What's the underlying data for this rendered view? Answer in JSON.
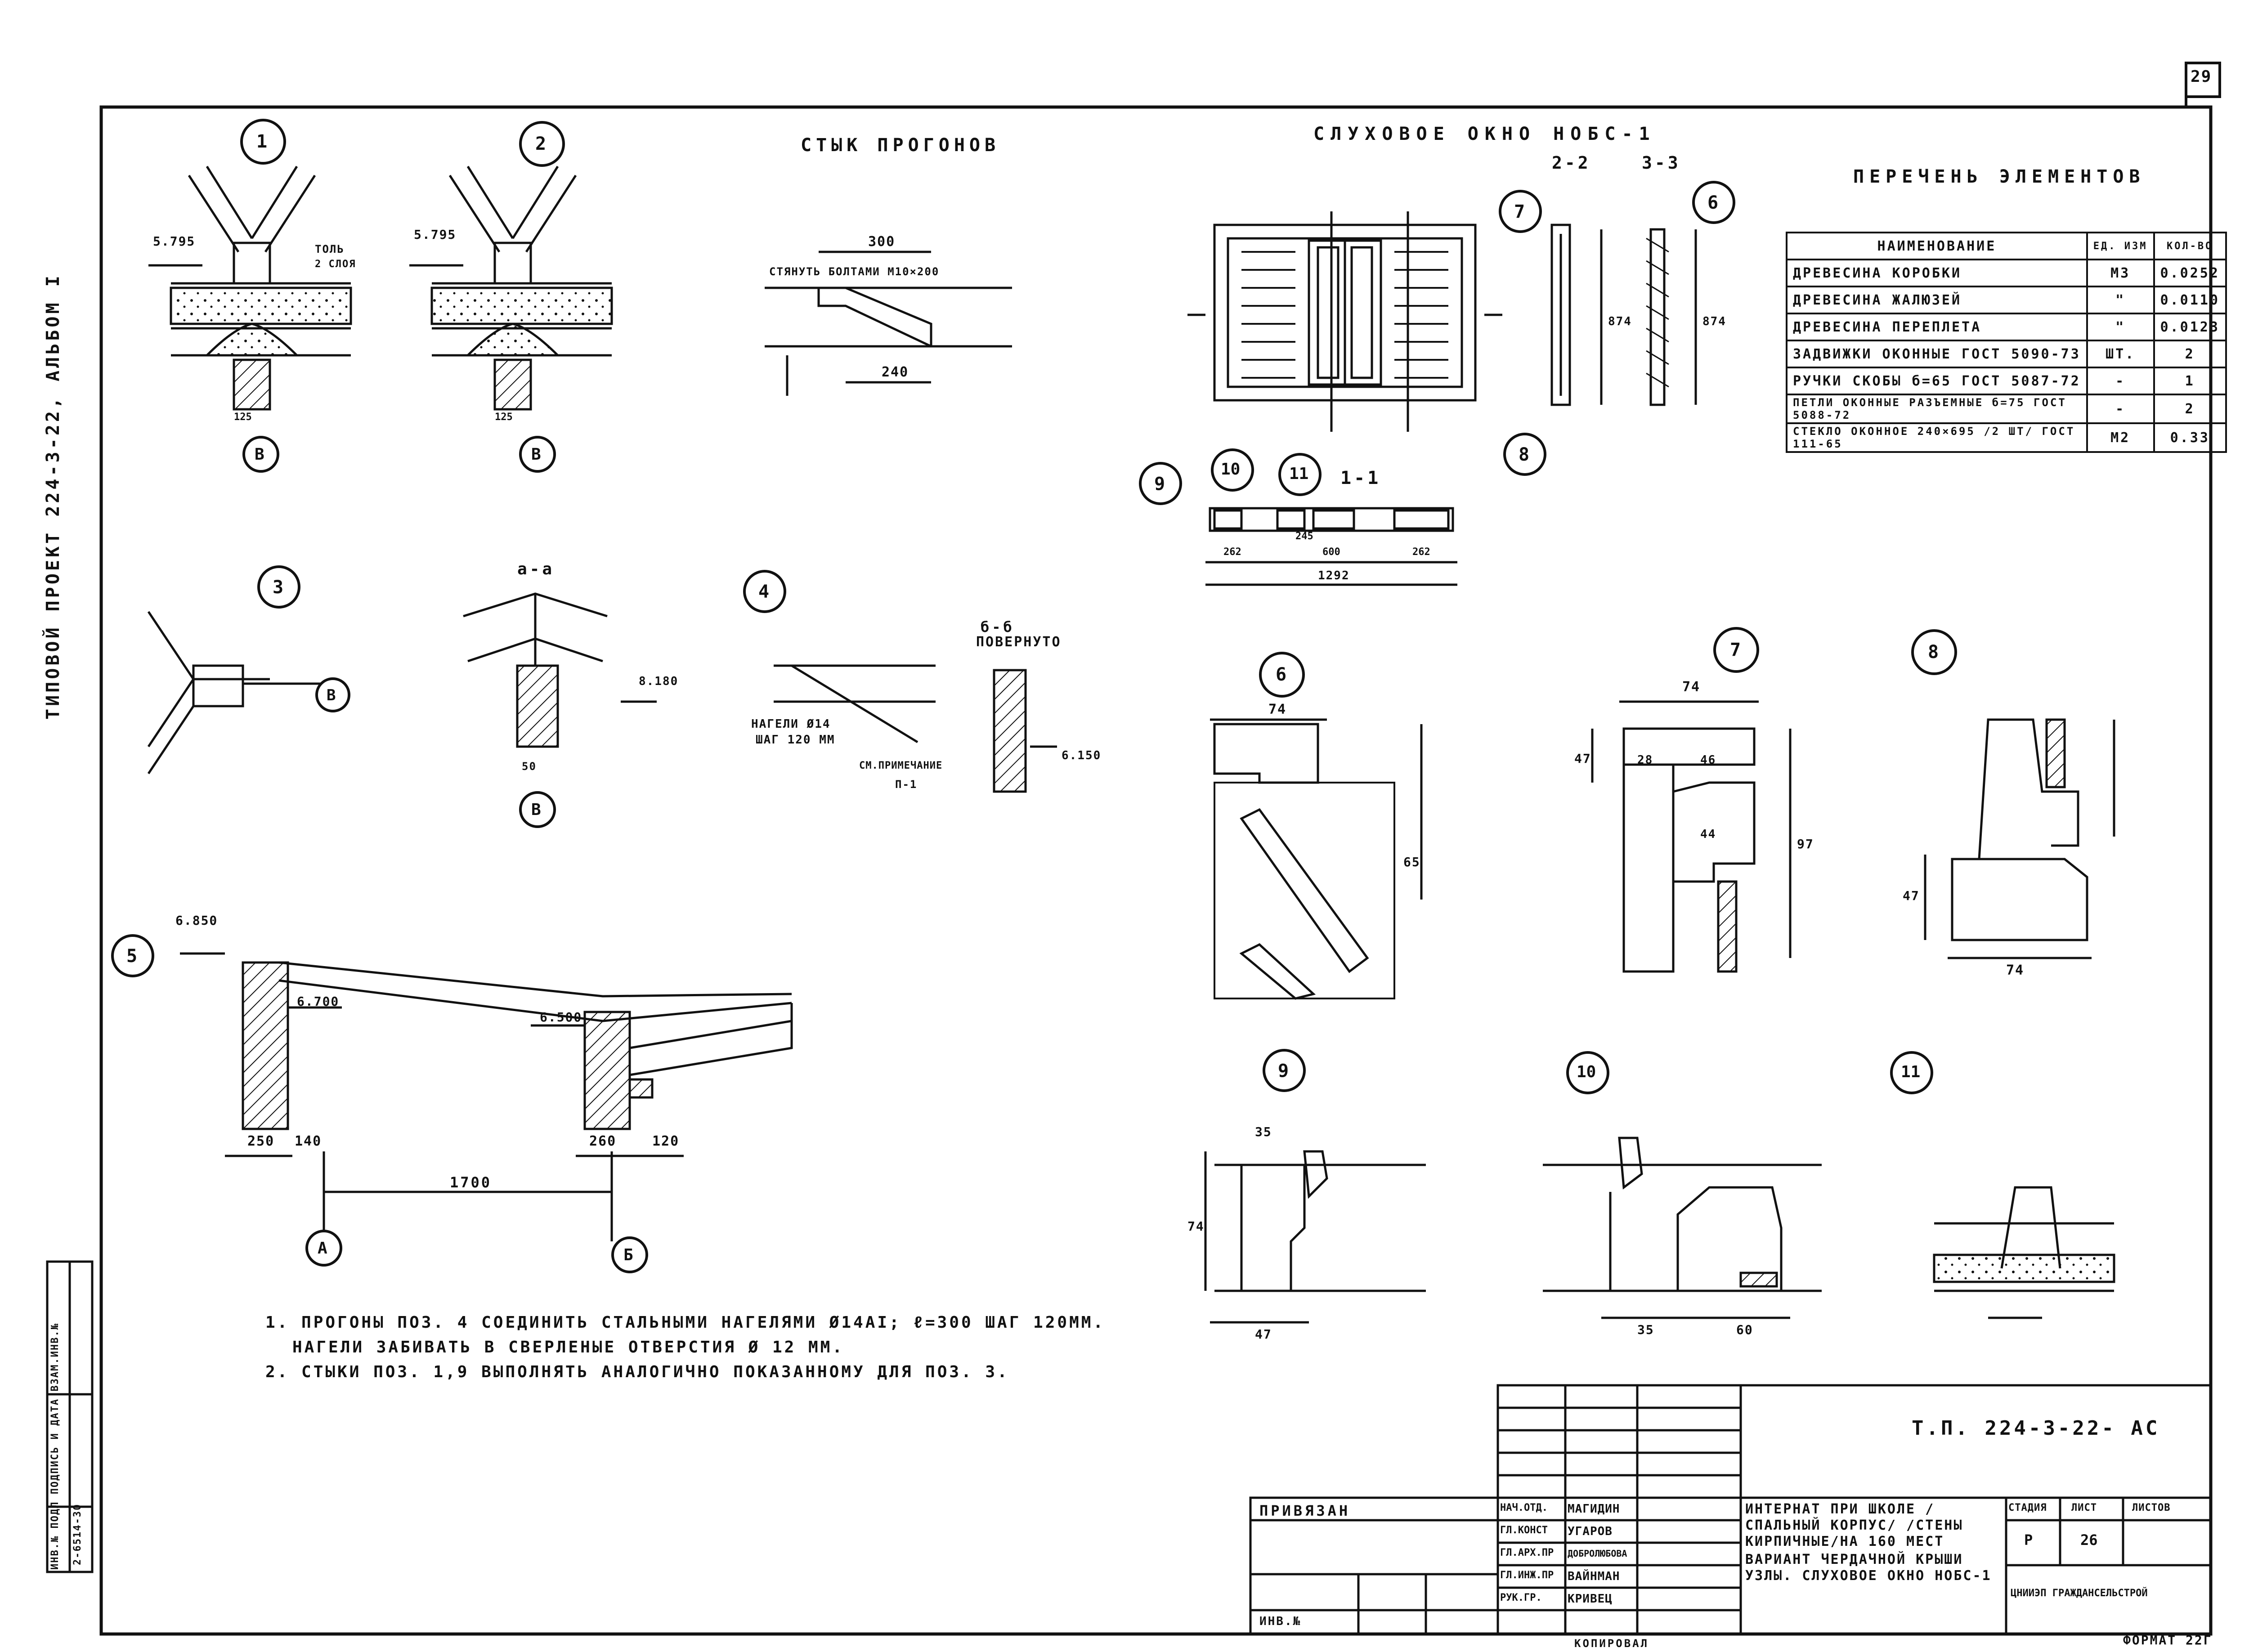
{
  "sheet": {
    "page_number": "29",
    "side_label": "ТИПОВОЙ ПРОЕКТ 224-3-22, АЛЬБОМ I",
    "format": "ФОРМАТ 22Г",
    "copied": "КОПИРОВАЛ"
  },
  "titles": {
    "purlin_joint": "СТЫК ПРОГОНОВ",
    "dormer": "СЛУХОВОЕ ОКНО НОБС-1",
    "elements_list": "ПЕРЕЧЕНЬ ЭЛЕМЕНТОВ",
    "sec_22": "2-2",
    "sec_33": "3-3",
    "sec_11": "1-1",
    "sec_aa": "а-а",
    "sec_bb": "б-б",
    "rotated": "ПОВЕРНУТО"
  },
  "elements_table": {
    "headers": [
      "НАИМЕНОВАНИЕ",
      "ЕД. ИЗМ",
      "КОЛ-ВО"
    ],
    "rows": [
      [
        "ДРЕВЕСИНА КОРОБКИ",
        "М3",
        "0.0252"
      ],
      [
        "ДРЕВЕСИНА ЖАЛЮЗЕЙ",
        "\"",
        "0.0110"
      ],
      [
        "ДРЕВЕСИНА ПЕРЕПЛЕТА",
        "\"",
        "0.0123"
      ],
      [
        "ЗАДВИЖКИ ОКОННЫЕ ГОСТ 5090-73",
        "ШТ.",
        "2"
      ],
      [
        "РУЧКИ СКОБЫ б=65 ГОСТ 5087-72",
        "-",
        "1"
      ],
      [
        "ПЕТЛИ ОКОННЫЕ РАЗЪЕМНЫЕ б=75 ГОСТ 5088-72",
        "-",
        "2"
      ],
      [
        "СТЕКЛО ОКОННОЕ 240×695 /2 ШТ/ ГОСТ 111-65",
        "М2",
        "0.33"
      ]
    ]
  },
  "callouts": [
    "1",
    "2",
    "3",
    "4",
    "5",
    "6",
    "7",
    "8",
    "9",
    "10",
    "11"
  ],
  "axes": [
    "В",
    "А",
    "Б"
  ],
  "labels": {
    "elev_5795": "5.795",
    "elev_8180": "8.180",
    "elev_6150": "6.150",
    "elev_6850": "6.850",
    "elev_6700": "6.700",
    "elev_6500": "6.500",
    "tol": "ТОЛЬ",
    "two_layers": "2 СЛОЯ",
    "tighten": "СТЯНУТЬ БОЛТАМИ М10×200",
    "nagel": "НАГЕЛИ Ø14",
    "step": "ШАГ 120 ММ",
    "see_note": "СМ.ПРИМЕЧАНИЕ",
    "p1": "П-1",
    "dim_300": "300",
    "dim_240": "240",
    "dim_1700": "1700",
    "dim_1292": "1292",
    "dim_600": "600",
    "dim_874": "874",
    "dim_74": "74",
    "dim_65": "65",
    "dim_47": "47",
    "dim_97": "97",
    "dim_125": "125",
    "dim_50": "50",
    "dim_35": "35",
    "dim_60": "60",
    "dim_44": "44",
    "dim_46": "46",
    "dim_28": "28",
    "dim_250": "250",
    "dim_140": "140",
    "dim_260": "260",
    "dim_120": "120",
    "dim_262": "262",
    "dim_245": "245"
  },
  "notes": [
    "1. ПРОГОНЫ ПОЗ. 4 СОЕДИНИТЬ СТАЛЬНЫМИ НАГЕЛЯМИ Ø14АI; ℓ=300 ШАГ 120ММ.",
    "НАГЕЛИ ЗАБИВАТЬ В СВЕРЛЕНЫЕ ОТВЕРСТИЯ Ø 12 ММ.",
    "2. СТЫКИ ПОЗ. 1,9 ВЫПОЛНЯТЬ АНАЛОГИЧНО ПОКАЗАННОМУ ДЛЯ ПОЗ. 3."
  ],
  "stamp": {
    "code": "Т.П. 224-3-22- АС",
    "bound": "ПРИВЯЗАН",
    "inv": "ИНВ.№",
    "roles": [
      "НАЧ.ОТД.",
      "ГЛ.КОНСТ",
      "ГЛ.АРХ.ПР",
      "ГЛ.ИНЖ.ПР",
      "РУК.ГР."
    ],
    "names": [
      "МАГИДИН",
      "УГАРОВ",
      "ДОБРОЛЮБОВА",
      "ВАЙНМАН",
      "КРИВЕЦ"
    ],
    "description": "ИНТЕРНАТ ПРИ ШКОЛЕ /СПАЛЬНЫЙ КОРПУС/ /СТЕНЫ КИРПИЧНЫЕ/НА 160 МЕСТ",
    "desc2": "ВАРИАНТ ЧЕРДАЧНОЙ КРЫШИ УЗЛЫ. СЛУХОВОЕ ОКНО НОБС-1",
    "stage_h": "СТАДИЯ",
    "sheet_h": "ЛИСТ",
    "sheets_h": "ЛИСТОВ",
    "stage": "Р",
    "sheet_no": "26",
    "org": "ЦНИИЭП ГРАЖДАНСЕЛЬСТРОЙ",
    "left_strip": "ИНВ.№ ПОДЛ ПОДПИСЬ И ДАТА ВЗАМ.ИНВ.№",
    "left_code": "2-6514-30"
  }
}
